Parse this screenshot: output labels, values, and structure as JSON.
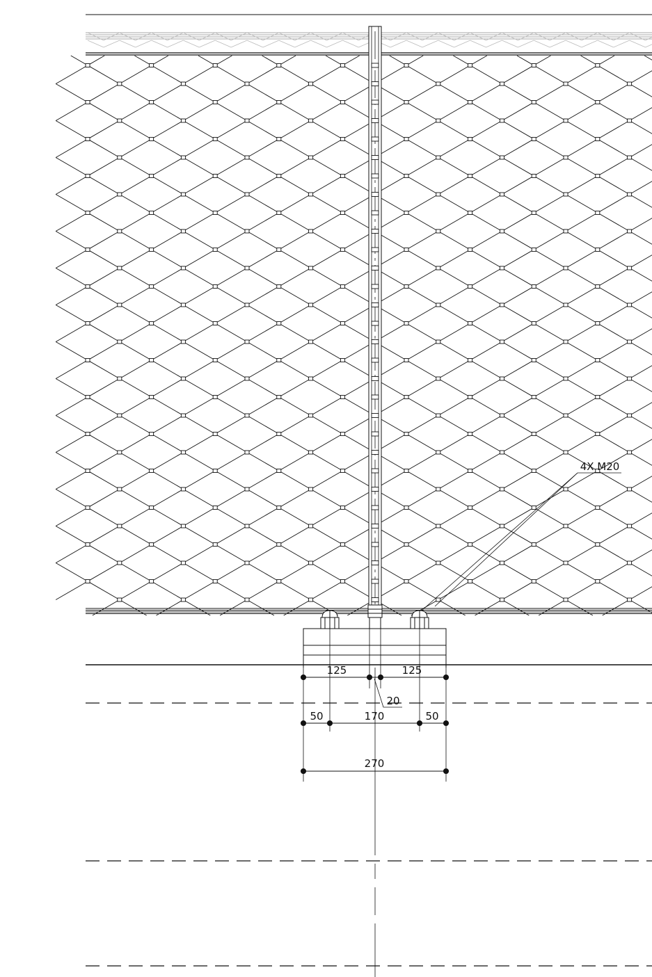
{
  "drawing": {
    "annotations": {
      "bolt_note": "4X M20"
    },
    "dimensions": {
      "half_spacing_left": "125",
      "half_spacing_right": "125",
      "post_width": "20",
      "edge_left": "50",
      "bolt_spacing": "170",
      "edge_right": "50",
      "plate_width": "270"
    },
    "colors": {
      "line": "#111111",
      "light_line": "#aaaaaa",
      "background": "#ffffff"
    }
  }
}
